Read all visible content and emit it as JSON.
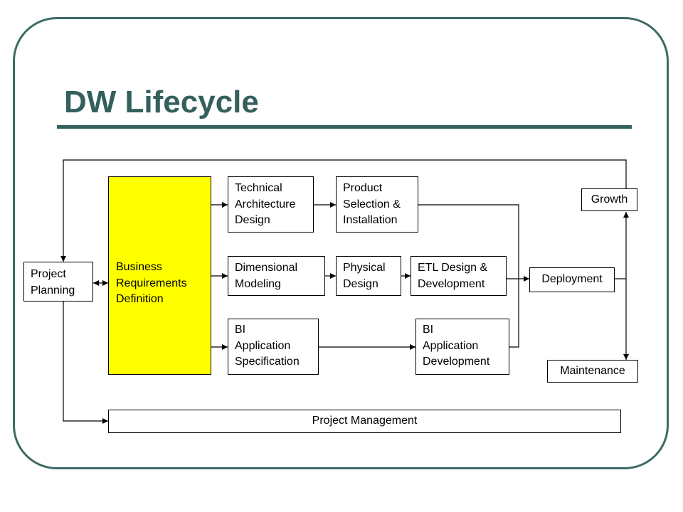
{
  "slide": {
    "title": "DW Lifecycle"
  },
  "diagram": {
    "boxes": {
      "project_planning": "Project\nPlanning",
      "business_requirements": "Business\nRequirements\nDefinition",
      "technical_architecture": "Technical\nArchitecture\nDesign",
      "product_selection": "Product\nSelection &\nInstallation",
      "dimensional_modeling": "Dimensional\nModeling",
      "physical_design": "Physical\nDesign",
      "etl_design": "ETL Design &\nDevelopment",
      "bi_app_spec": "BI\nApplication\nSpecification",
      "bi_app_dev": "BI\nApplication\nDevelopment",
      "deployment": "Deployment",
      "growth": "Growth",
      "maintenance": "Maintenance",
      "project_management": "Project Management"
    },
    "colors": {
      "accent": "#33605c",
      "highlight": "#ffff00",
      "line": "#000000"
    }
  }
}
